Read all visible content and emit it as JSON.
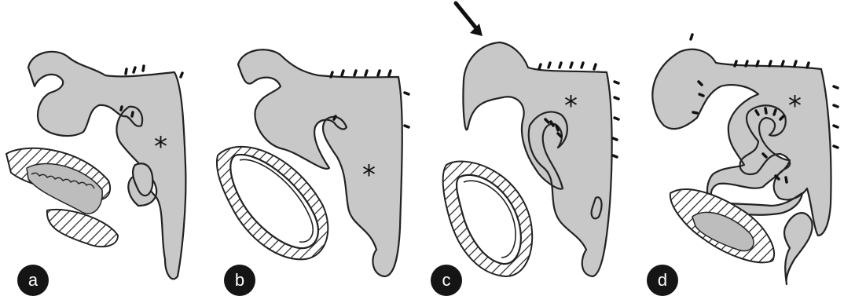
{
  "panels": [
    {
      "label": "a",
      "star": "*"
    },
    {
      "label": "b",
      "star": "*"
    },
    {
      "label": "c",
      "star": "*"
    },
    {
      "label": "d",
      "star": "*"
    }
  ],
  "arrow": {
    "direction": "down-right"
  },
  "colors": {
    "tissue_fill": "#c8c8c8",
    "outline": "#222222",
    "badge": "#151515"
  }
}
